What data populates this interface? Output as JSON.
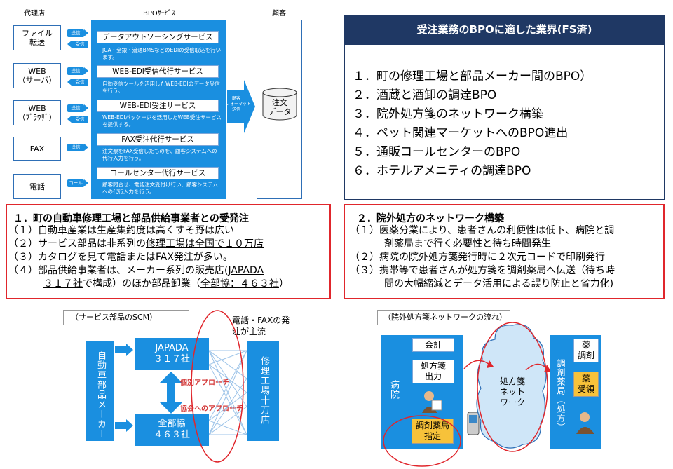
{
  "flow": {
    "col_agent": "代理店",
    "col_bpo": "BPOｻｰﾋﾞｽ",
    "col_customer": "顧客",
    "inputs": [
      {
        "label": "ファイル\n転送",
        "tag": "送信"
      },
      {
        "label": "WEB\n（サーバ）",
        "tag": "送信"
      },
      {
        "label": "WEB\n（ﾌﾞﾗｳｻﾞ）",
        "tag": "送信"
      },
      {
        "label": "FAX",
        "tag": "送信"
      },
      {
        "label": "電話",
        "tag": "コール"
      }
    ],
    "return_tag": "受信",
    "services": [
      {
        "name": "データアウトソーシングサービス",
        "desc": "JCA・全銀・流通BMSなどのEDIの受信取込を行います。"
      },
      {
        "name": "WEB-EDI受信代行サービス",
        "desc": "自動受信ツールを活用したWEB-EDIのデータ受信を行う。"
      },
      {
        "name": "WEB-EDI受注サービス",
        "desc": "WEB-EDIパッケージを活用したWEB受注サービスを提供する。"
      },
      {
        "name": "FAX受注代行サービス",
        "desc": "注文票をFAX受信したものを、顧客システムへの代行入力を行う。"
      },
      {
        "name": "コールセンター代行サービス",
        "desc": "顧客問合せ、電話注文受付け行い、顧客システムへの代行入力を行う。"
      }
    ],
    "arrow_label": "顧客\nフォーマット\n送信",
    "db_label": "注文\nデータ"
  },
  "industries": {
    "title": "受注業務のBPOに適した業界(FS済)",
    "items": [
      "１．町の修理工場と部品メーカー間のBPO）",
      "２．酒蔵と酒卸の調達BPO",
      "３．院外処方箋のネットワーク構築",
      "４．ペット関連マーケットへのBPO進出",
      "５．通販コールセンターのBPO",
      "６．ホテルアメニティの調達BPO"
    ]
  },
  "case1": {
    "title": "１．町の自動車修理工場と部品供給事業者との受発注",
    "l1": "（１）自動車産業は生産集約度は高くすそ野は広い",
    "l2a": "（２）サービス部品は非系列の",
    "l2b": "修理工場は全国で１０万店",
    "l3": "（３）カタログを見て電話またはFAX発注が多い。",
    "l4a": "（４）部品供給事業者は、メーカー系列の販売店(",
    "l4b": "JAPADA",
    "l5a": "３１７社",
    "l5b": "で構成）のほか部品卸業（",
    "l5c": "全部協：４６３社",
    "l5d": "）"
  },
  "case2": {
    "title": "２．院外処方のネットワーク構築",
    "l1": "（１）医薬分業により、患者さんの利便性は低下、病院と調",
    "l2": "剤薬局まで行く必要性と待ち時間発生",
    "l3": "（２）病院の院外処方箋発行時に２次元コードで印刷発行",
    "l4": "（３）携帯等で患者さんが処方箋を調剤薬局へ伝送（待ち時",
    "l5": "間の大幅縮減とデータ活用による誤り防止と省力化)"
  },
  "scm": {
    "title": "（サービス部品のSCM）",
    "maker": "自動車部品メーカー",
    "japada": "JAPADA\n３１７社",
    "zenbukyo": "全部協\n４６３社",
    "shop": "修理工場十万店",
    "note": "電話・FAXの発\n注が主流",
    "approach1": "個別アプローチ",
    "approach2": "協会へのアプローチ"
  },
  "rx": {
    "title": "（院外処方箋ネットワークの流れ）",
    "hospital": "病院",
    "kaikei": "会計",
    "shohosen": "処方箋\n出力",
    "shitei": "調剤薬局\n指定",
    "network": "処方箋\nネット\nワーク",
    "pharmacy": "調剤薬局（処方）",
    "yakuchozai": "薬\n調剤",
    "yakujuryo": "薬\n受領"
  },
  "colors": {
    "blue": "#1a8fe0",
    "navy": "#1f3864",
    "red": "#e0262c",
    "yellow": "#f7c23a"
  }
}
